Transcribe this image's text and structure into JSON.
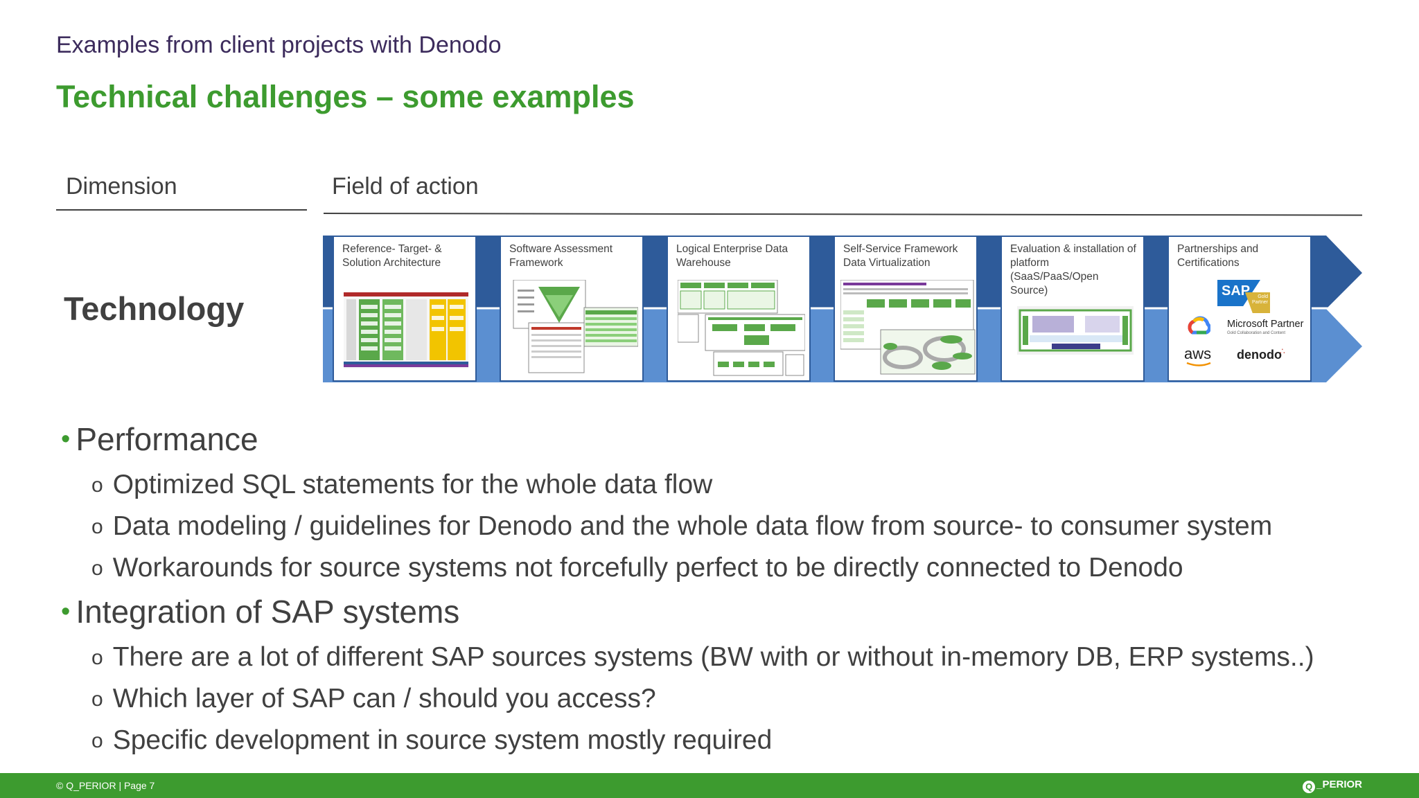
{
  "subtitle": "Examples from client projects with Denodo",
  "title": "Technical challenges – some examples",
  "table": {
    "dimension_header": "Dimension",
    "field_header": "Field of action",
    "row_label": "Technology"
  },
  "cards": [
    {
      "caption": "Reference- Target- & Solution Architecture"
    },
    {
      "caption": "Software Assessment Framework"
    },
    {
      "caption": "Logical Enterprise Data Warehouse"
    },
    {
      "caption": "Self-Service Framework Data Virtualization"
    },
    {
      "caption": "Evaluation & installation of  platform (SaaS/PaaS/Open Source)"
    },
    {
      "caption": "Partnerships and Certifications"
    }
  ],
  "partners": {
    "sap": "SAP",
    "sap_badge": "Gold Partner",
    "microsoft": "Microsoft Partner",
    "microsoft_sub": "Gold  Collaboration and Content",
    "aws": "aws",
    "denodo": "denodo"
  },
  "bullets": [
    {
      "label": "Performance",
      "items": [
        "Optimized SQL statements for the whole data flow",
        "Data modeling / guidelines for Denodo and the whole data flow from source- to consumer system",
        "Workarounds for source systems not forcefully perfect to be directly connected to Denodo"
      ]
    },
    {
      "label": "Integration of SAP systems",
      "items": [
        "There are a lot of different SAP sources systems (BW with or without in-memory DB, ERP systems..)",
        "Which layer of SAP can / should you access?",
        "Specific development in source system mostly required"
      ]
    }
  ],
  "footer": {
    "copyright": "© Q_PERIOR | Page 7",
    "brand": "_PERIOR",
    "brand_mark": "Q"
  },
  "colors": {
    "accent_green": "#3d9b2f",
    "band_dark": "#2e5b9a",
    "band_light": "#5b8fd1",
    "title_purple": "#3c2b5c"
  }
}
